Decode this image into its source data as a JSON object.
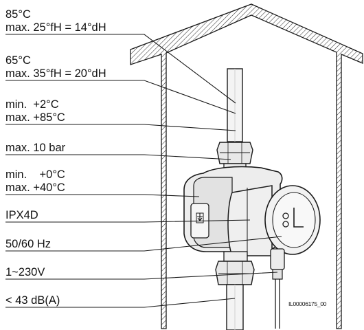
{
  "labels": [
    {
      "id": "spec-85c",
      "lines": [
        "85°C",
        "max. 25°fH = 14°dH"
      ]
    },
    {
      "id": "spec-65c",
      "lines": [
        "65°C",
        "max. 35°fH = 20°dH"
      ]
    },
    {
      "id": "spec-fluid-temp",
      "lines": [
        "min.  +2°C",
        "max. +85°C"
      ]
    },
    {
      "id": "spec-pressure",
      "lines": [
        "max. 10 bar"
      ]
    },
    {
      "id": "spec-ambient-temp",
      "lines": [
        "min.    +0°C",
        "max. +40°C"
      ]
    },
    {
      "id": "spec-ip-rating",
      "lines": [
        "IPX4D"
      ]
    },
    {
      "id": "spec-frequency",
      "lines": [
        "50/60 Hz"
      ]
    },
    {
      "id": "spec-voltage",
      "lines": [
        "1~230V"
      ]
    },
    {
      "id": "spec-noise",
      "lines": [
        "< 43 dB(A)"
      ]
    }
  ],
  "reference_code": "IL00006175_00",
  "colors": {
    "line": "#1a1a1a",
    "pump_fill": "#ededed",
    "pipe_fill": "#f4f4f4"
  }
}
